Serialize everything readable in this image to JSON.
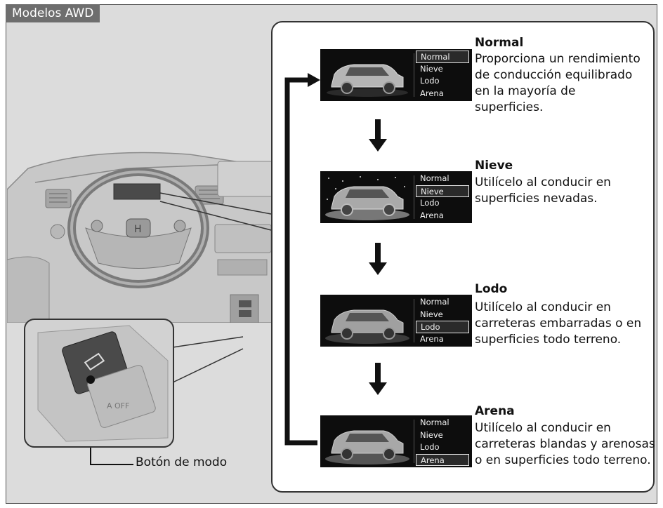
{
  "header": {
    "tag": "Modelos AWD"
  },
  "callout": {
    "label": "Botón de modo"
  },
  "modes": [
    {
      "title": "Normal",
      "description": "Proporciona un rendimiento de conducción equilibrado en la mayoría de superficies.",
      "selected": "Normal"
    },
    {
      "title": "Nieve",
      "description": "Utilícelo al conducir en superficies nevadas.",
      "selected": "Nieve"
    },
    {
      "title": "Lodo",
      "description": "Utilícelo al conducir en carreteras embarradas o en superficies todo terreno.",
      "selected": "Lodo"
    },
    {
      "title": "Arena",
      "description": "Utilícelo al conducir en carreteras blandas y arenosas o en superficies todo terreno.",
      "selected": "Arena"
    }
  ],
  "menu_options": [
    "Normal",
    "Nieve",
    "Lodo",
    "Arena"
  ],
  "colors": {
    "frame_bg": "#dcdcdc",
    "tag_bg": "#6e6e6e",
    "screen_bg": "#0d0d0d"
  }
}
